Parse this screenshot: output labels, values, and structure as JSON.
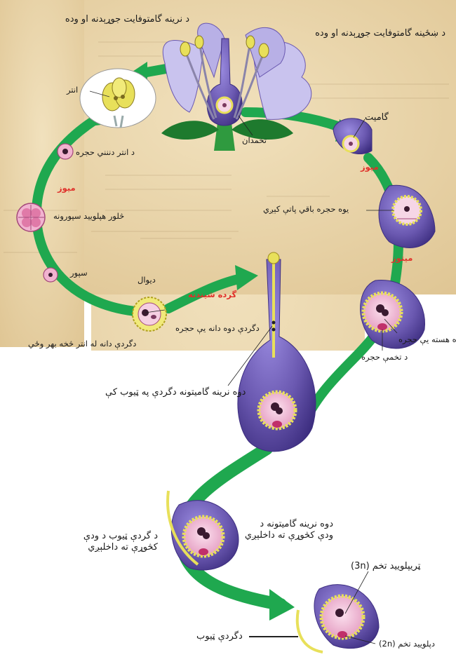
{
  "labels": {
    "male_gametophyte": "د نرینه گامتوفایت جوړېدنه او وده",
    "female_gametophyte": "د ښځینه گامتوفایت جوړېدنه او وده",
    "anther": "انتر",
    "ovary": "تخمدان",
    "gamete": "گامیت",
    "anther_inner_cell": "د انتر دننني حجره",
    "meiosis_left": "میوز",
    "meiosis_right": "میوز",
    "one_cell_remains": "یوه حجره باقي پاتې کېږي",
    "four_haploid_spores": "څلور هپلویید سپورونه",
    "mitosis": "میتوز",
    "spore": "سپور",
    "wall": "دیوال",
    "pollination": "گرده شیندنه",
    "pollen_tube_two_nuclei": "دگردې دوه دانه یې حجره",
    "two_nuclei_cell": "دوه هسته یې حجره",
    "pollen_grain_outside": "دگردې دانه له انتر څخه بهر وځي",
    "egg_cell": "د تخمې حجره",
    "two_male_gametes_in_tube": "دوه نرینه گامیتونه دگردې په ټیوب کې",
    "male_gametes_enter_ovule": "دوه نرینه گامیتونه د ودې کڅوړې ته داخلېږي",
    "pollen_tube_enters_sac": "د گردې ټیوب د ودې کڅوړې ته داخلېږي",
    "triploid_cell": "ټریپلویید تخم (3n)",
    "pollen_tube": "دگردې ټیوب",
    "diploid_cell": "دپلویید تخم (2n)"
  },
  "colors": {
    "arrow": "#1fa84f",
    "tissue": "#6a58b0",
    "tissue_dark": "#3d2e80",
    "pink": "#e9a6c8",
    "yellow": "#e8e05a",
    "accent_red": "#e0302a",
    "background_paper": "#ecd9b0"
  }
}
